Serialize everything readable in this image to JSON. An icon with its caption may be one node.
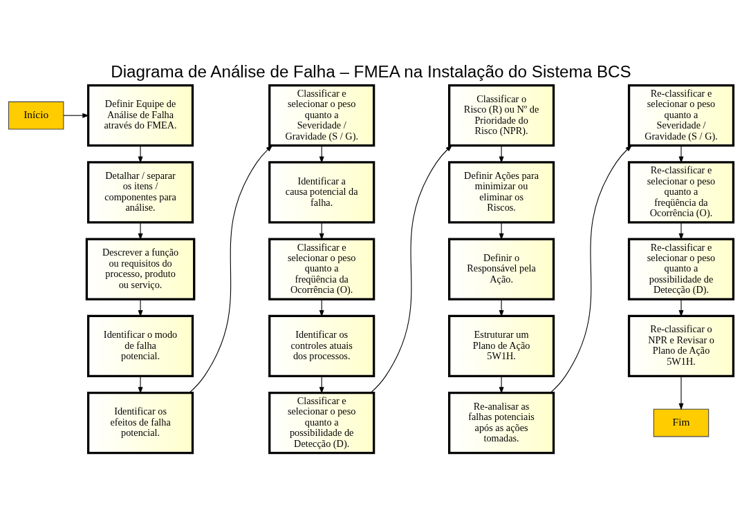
{
  "diagram": {
    "title": "Diagrama de Análise de Falha – FMEA na Instalação do Sistema BCS",
    "nodes": [
      {
        "text": [
          "Início"
        ]
      },
      {
        "text": [
          "Definir Equipe de Análise de Falha através do FMEA."
        ]
      },
      {
        "text": [
          "Detalhar / separar os itens / componentes para análise."
        ]
      },
      {
        "text": [
          "Descrever a função ou requisitos do processo, produto ou serviço."
        ]
      },
      {
        "text": [
          "Identificar o modo de falha potencial."
        ]
      },
      {
        "text": [
          "Identificar os efeitos de falha potencial."
        ]
      },
      {
        "text": [
          "Classificar e selecionar o peso quanto a Severidade / Gravidade (S / G)."
        ]
      },
      {
        "text": [
          "Identificar a causa potencial da falha."
        ]
      },
      {
        "text": [
          "Classificar e selecionar o peso quanto a freqüência da Ocorrência (O)."
        ]
      },
      {
        "text": [
          "Identificar os controles atuais dos processos."
        ]
      },
      {
        "text": [
          "Classificar e selecionar o peso quanto a possibilidade de Detecção (D)."
        ]
      },
      {
        "text": [
          "Classificar o Risco (R) ou Nº de Prioridade do Risco (NPR)."
        ]
      },
      {
        "text": [
          "Definir Ações para minimizar ou eliminar os Riscos."
        ]
      },
      {
        "text": [
          "Definir o Responsável pela Ação."
        ]
      },
      {
        "text": [
          "Estruturar um Plano de Ação 5W1H."
        ]
      },
      {
        "text": [
          "Re-analisar as falhas potenciais após as ações tomadas."
        ]
      },
      {
        "text": [
          "Re-classificar e selecionar o peso quanto a Severidade / Gravidade (S / G)."
        ]
      },
      {
        "text": [
          "Re-classificar e selecionar o peso quanto a freqüência da Ocorrência (O)."
        ]
      },
      {
        "text": [
          "Re-classificar e selecionar o peso quanto a possibilidade de Detecção (D)."
        ]
      },
      {
        "text": [
          "Re-classificar o NPR e Revisar o Plano de Ação 5W1H."
        ]
      },
      {
        "text": [
          "Fim"
        ]
      }
    ],
    "edges": [
      {
        "from": 0,
        "to": 1,
        "arrow": "to"
      },
      {
        "from": 1,
        "to": 2,
        "arrow": "to"
      },
      {
        "from": 2,
        "to": 3,
        "arrow": "to"
      },
      {
        "from": 3,
        "to": 4,
        "arrow": "to"
      },
      {
        "from": 4,
        "to": 5,
        "arrow": "to"
      },
      {
        "from": 5,
        "to": 6,
        "arrow": "to"
      },
      {
        "from": 6,
        "to": 7,
        "arrow": "to"
      },
      {
        "from": 7,
        "to": 8,
        "arrow": "to"
      },
      {
        "from": 8,
        "to": 9,
        "arrow": "to"
      },
      {
        "from": 9,
        "to": 10,
        "arrow": "to"
      },
      {
        "from": 10,
        "to": 11,
        "arrow": "to"
      },
      {
        "from": 11,
        "to": 12,
        "arrow": "to"
      },
      {
        "from": 12,
        "to": 13,
        "arrow": "to"
      },
      {
        "from": 13,
        "to": 14,
        "arrow": "to"
      },
      {
        "from": 14,
        "to": 15,
        "arrow": "to"
      },
      {
        "from": 15,
        "to": 16,
        "arrow": "to"
      },
      {
        "from": 16,
        "to": 17,
        "arrow": "to"
      },
      {
        "from": 17,
        "to": 18,
        "arrow": "to"
      },
      {
        "from": 18,
        "to": 19,
        "arrow": "to"
      },
      {
        "from": 19,
        "to": 20,
        "arrow": "to"
      }
    ]
  }
}
